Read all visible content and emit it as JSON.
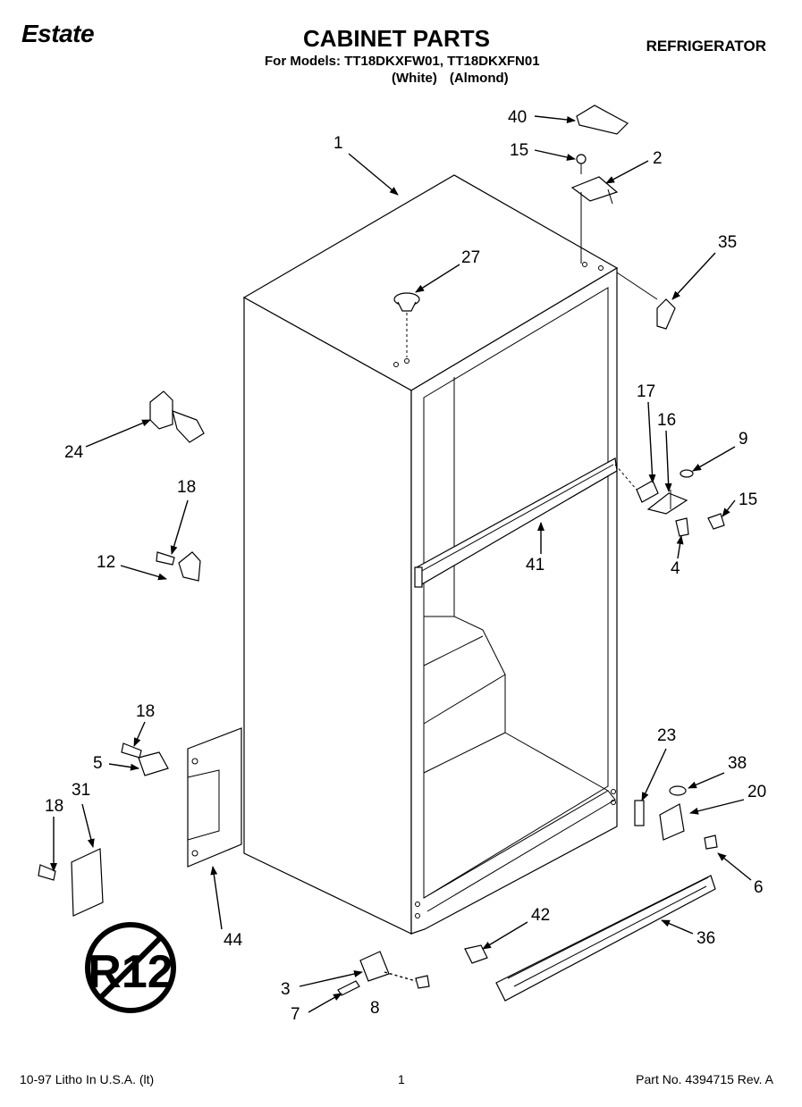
{
  "header": {
    "brand": "Estate",
    "title": "CABINET PARTS",
    "models_line": "For Models: TT18DKXFW01, TT18DKXFN01",
    "variant_white": "(White)",
    "variant_almond": "(Almond)",
    "appliance": "REFRIGERATOR"
  },
  "footer": {
    "left": "10-97 Litho In U.S.A. (lt)",
    "page": "1",
    "right": "Part No. 4394715 Rev. A"
  },
  "badge": {
    "text": "R12"
  },
  "part_labels": {
    "p1": "1",
    "p2": "2",
    "p3": "3",
    "p4": "4",
    "p5": "5",
    "p6": "6",
    "p7": "7",
    "p8": "8",
    "p9": "9",
    "p12": "12",
    "p15a": "15",
    "p15b": "15",
    "p16": "16",
    "p17": "17",
    "p18a": "18",
    "p18b": "18",
    "p18c": "18",
    "p20": "20",
    "p23": "23",
    "p24": "24",
    "p27": "27",
    "p31": "31",
    "p35": "35",
    "p36": "36",
    "p38": "38",
    "p40": "40",
    "p41": "41",
    "p42": "42",
    "p44": "44"
  }
}
